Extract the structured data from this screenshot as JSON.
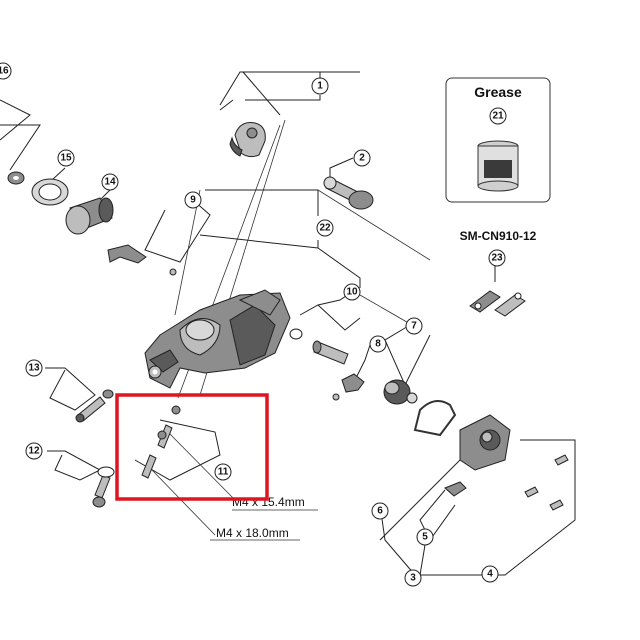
{
  "callouts": [
    "1",
    "2",
    "3",
    "4",
    "5",
    "6",
    "7",
    "8",
    "9",
    "10",
    "11",
    "12",
    "13",
    "14",
    "15",
    "16",
    "21",
    "22",
    "23"
  ],
  "grease": {
    "title": "Grease",
    "part_number": "21"
  },
  "chain_label": "SM-CN910-12",
  "screw_dims": {
    "short": "M4 x 15.4mm",
    "long": "M4 x 18.0mm"
  },
  "highlight_color": "#e0141e"
}
